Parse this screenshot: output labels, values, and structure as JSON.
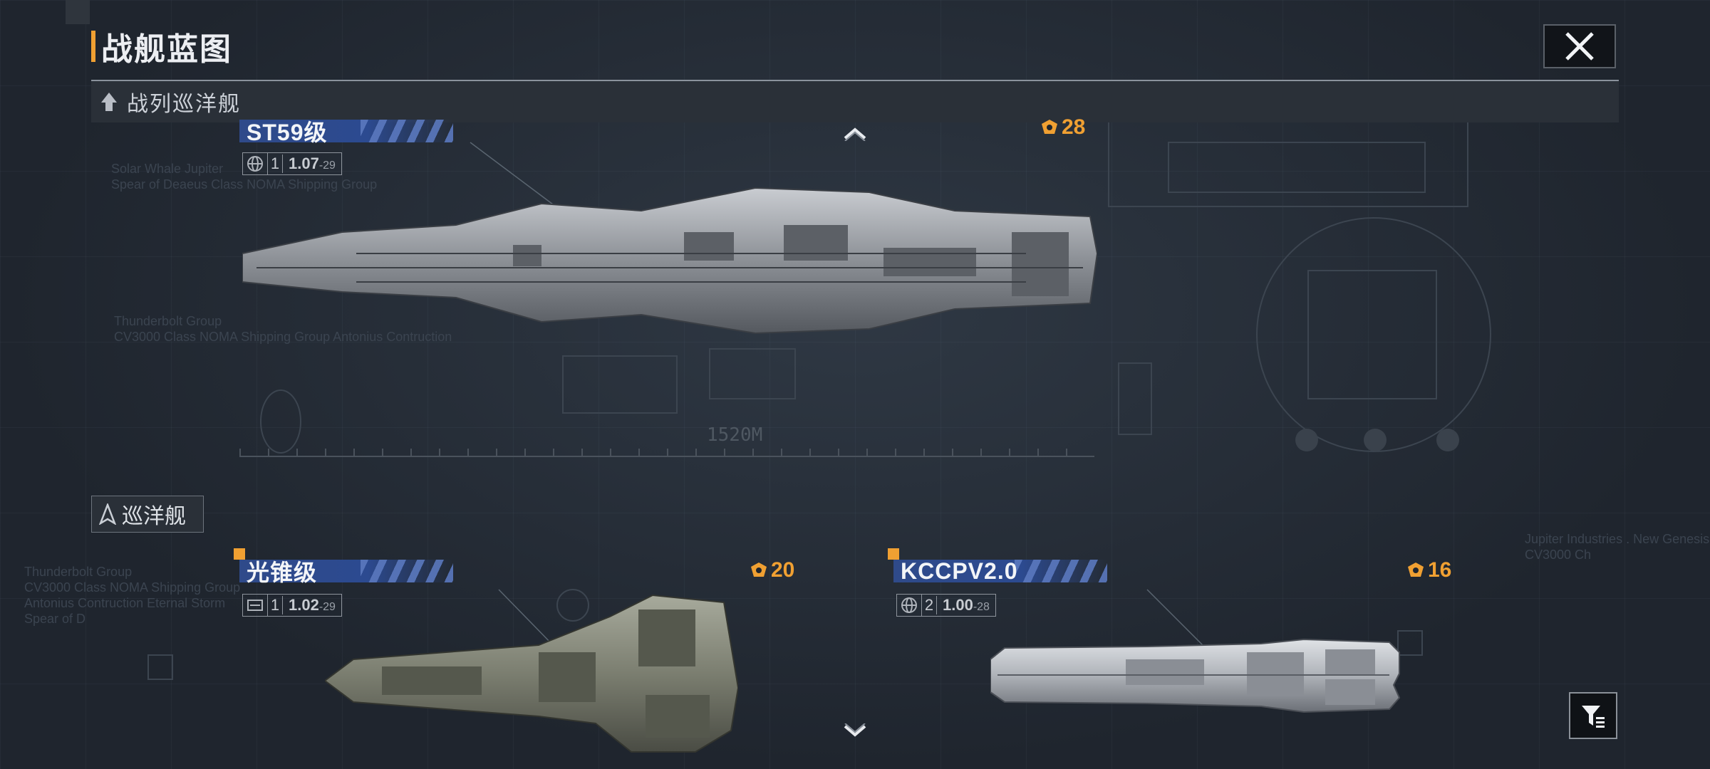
{
  "header": {
    "title": "战舰蓝图",
    "accent_color": "#f0a032",
    "close_icon": "close-icon"
  },
  "sections": [
    {
      "label": "战列巡洋舰",
      "icon": "battlecruiser-class-icon",
      "ships": [
        {
          "name": "ST59级",
          "tier": "1",
          "version": "1.07",
          "version_suffix": "-29",
          "power": "28",
          "badge_icon": "globe-icon",
          "scale_label": "1520M"
        }
      ]
    },
    {
      "label": "巡洋舰",
      "icon": "cruiser-class-icon",
      "ships": [
        {
          "name": "光锥级",
          "tier": "1",
          "version": "1.02",
          "version_suffix": "-29",
          "power": "20",
          "badge_icon": "faction-emblem-icon"
        },
        {
          "name": "KCCPV2.0",
          "tier": "2",
          "version": "1.00",
          "version_suffix": "-28",
          "power": "16",
          "badge_icon": "globe-icon"
        }
      ]
    }
  ],
  "controls": {
    "scroll_up_icon": "chevron-up-icon",
    "scroll_down_icon": "chevron-down-icon",
    "filter_icon": "filter-icon"
  },
  "colors": {
    "nameplate_blue": "#2c4a90",
    "power_orange": "#f0a032",
    "background": "#1f252e"
  }
}
